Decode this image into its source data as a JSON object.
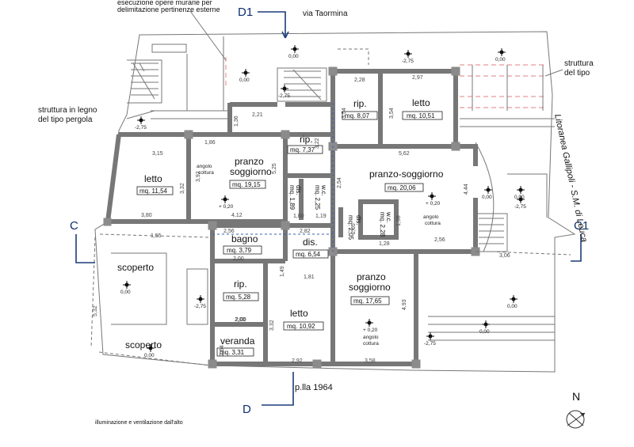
{
  "street_top": "via Taormina",
  "street_right": "Litoranea Gallipoli - S.M. di Leuca",
  "parcel": "p.lla 1964",
  "north": "N",
  "notes": {
    "top_left": [
      "esecuzione opere murarie per",
      "delimitazione pertinenze esterne"
    ],
    "left": [
      "struttura in legno",
      "del tipo pergola"
    ],
    "right": [
      "struttura",
      "del tipo"
    ],
    "bottom": "illuminazione e ventilazione dall'alto"
  },
  "sections": {
    "d1": "D1",
    "d": "D",
    "c": "C",
    "c1": "C1"
  },
  "rooms": [
    {
      "name": "letto",
      "area": "mq. 11,54"
    },
    {
      "name": "pranzo\nsoggiorno",
      "area": "mq. 19,15",
      "extra": "angolo\ncottura"
    },
    {
      "name": "rip.",
      "area": "mq. 7,37"
    },
    {
      "name": "rip.",
      "area": "mq. 8,07"
    },
    {
      "name": "letto",
      "area": "mq. 10,51"
    },
    {
      "name": "pranzo-soggiorno",
      "area": "mq. 20,06",
      "extra": "angolo\ncottura"
    },
    {
      "name": "dis.",
      "area": "mq. 1,89"
    },
    {
      "name": "w.c.",
      "area": "mq. 2,25"
    },
    {
      "name": "dis.",
      "area": "mq. 2,05"
    },
    {
      "name": "w.c.",
      "area": "mq. 2,28"
    },
    {
      "name": "bagno",
      "area": "mq. 3,79"
    },
    {
      "name": "dis.",
      "area": "mq. 6,54"
    },
    {
      "name": "rip.",
      "area": "mq. 5,28"
    },
    {
      "name": "letto",
      "area": "mq. 10,92"
    },
    {
      "name": "pranzo\nsoggiorno",
      "area": "mq. 17,65",
      "extra": "angolo\ncottura"
    },
    {
      "name": "veranda",
      "area": "mq. 3,31"
    },
    {
      "name": "scoperto"
    },
    {
      "name": "scoperto"
    }
  ],
  "levels": [
    "0,00",
    "-2,75",
    "+ 0,20"
  ],
  "dims": [
    "2,28",
    "2,97",
    "3,54",
    "3,54",
    "5,62",
    "2,21",
    "1,36",
    "1,86",
    "3,15",
    "3,32",
    "3,92",
    "5,25",
    "3,80",
    "4,12",
    "3,22",
    "2,54",
    "1,00",
    "1,19",
    "2,05",
    "1,28",
    "1,98",
    "4,44",
    "2,56",
    "3,06",
    "2,56",
    "2,00",
    "2,82",
    "2,00",
    "1,49",
    "1,81",
    "2,00",
    "3,32",
    "2,64",
    "2,92",
    "3,58",
    "4,93",
    "5,32",
    "1,55"
  ]
}
